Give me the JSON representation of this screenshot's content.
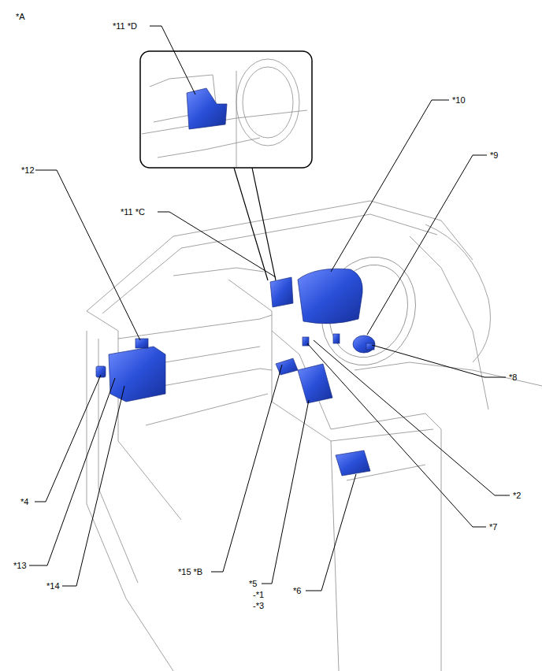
{
  "diagram": {
    "labels": [
      "*A",
      "*11 *D",
      "*10",
      "*9",
      "*12",
      "*11 *C",
      "*8",
      "*2",
      "*4",
      "*7",
      "*13",
      "*15 *B",
      "*14",
      "*5",
      "*6",
      "-*1",
      "-*3"
    ]
  }
}
